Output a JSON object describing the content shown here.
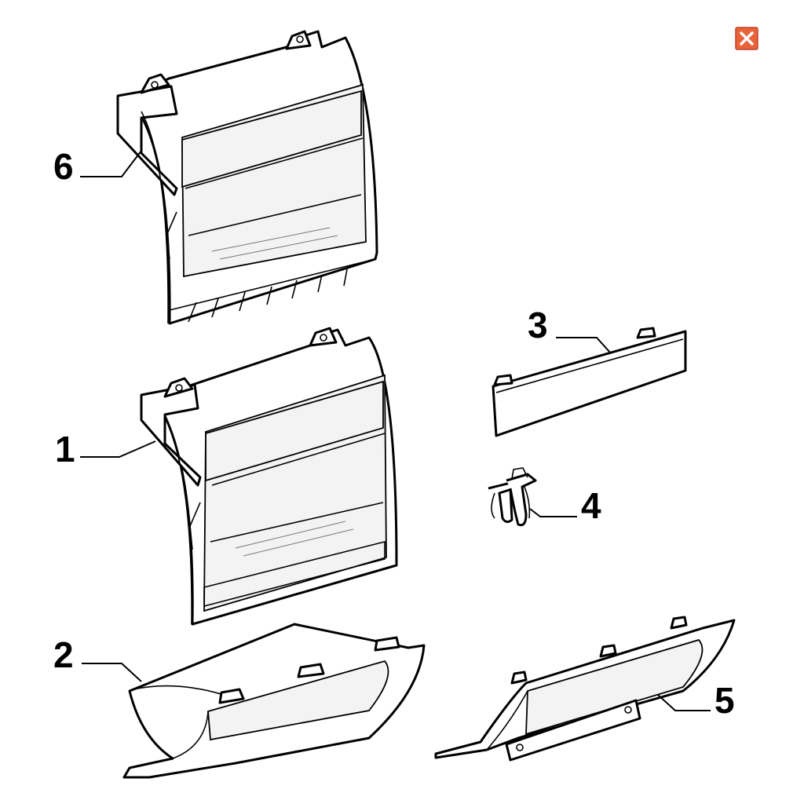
{
  "callouts": [
    {
      "id": "1",
      "label": "1"
    },
    {
      "id": "2",
      "label": "2"
    },
    {
      "id": "3",
      "label": "3"
    },
    {
      "id": "4",
      "label": "4"
    },
    {
      "id": "5",
      "label": "5"
    },
    {
      "id": "6",
      "label": "6"
    }
  ],
  "close_button": {
    "icon": "close-icon",
    "color": "#e8623a"
  }
}
